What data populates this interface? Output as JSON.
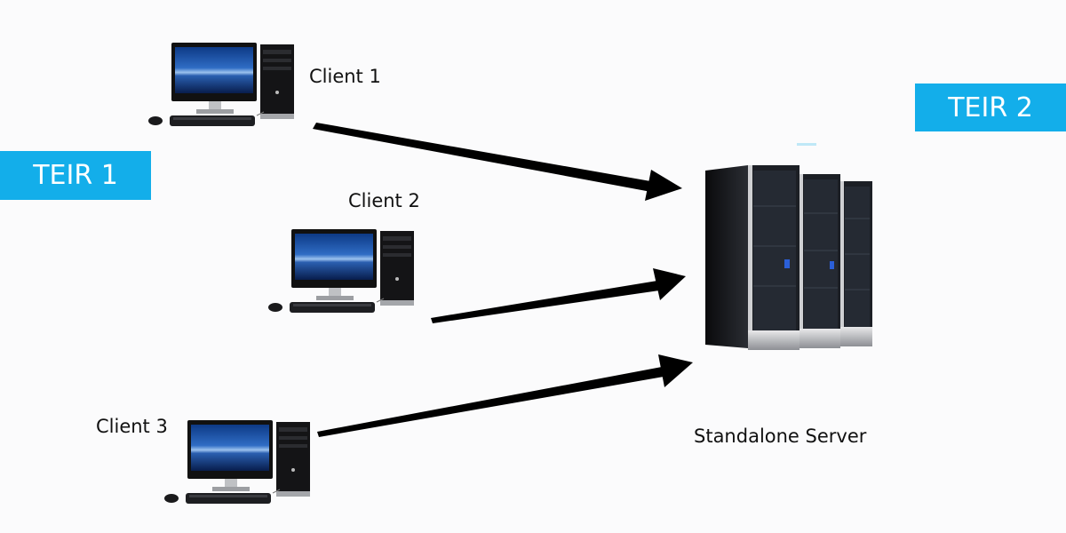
{
  "tiers": {
    "tier1": "TEIR 1",
    "tier2": "TEIR 2"
  },
  "clients": [
    {
      "label": "Client 1",
      "icon": "desktop-computer-icon"
    },
    {
      "label": "Client 2",
      "icon": "desktop-computer-icon"
    },
    {
      "label": "Client 3",
      "icon": "desktop-computer-icon"
    }
  ],
  "server": {
    "label": "Standalone Server",
    "icon": "server-rack-icon"
  },
  "connections": [
    {
      "from": "Client 1",
      "to": "Standalone Server"
    },
    {
      "from": "Client 2",
      "to": "Standalone Server"
    },
    {
      "from": "Client 3",
      "to": "Standalone Server"
    }
  ],
  "colors": {
    "tier_bg": "#13aeea",
    "arrow": "#000000",
    "background": "#fbfbfc"
  }
}
